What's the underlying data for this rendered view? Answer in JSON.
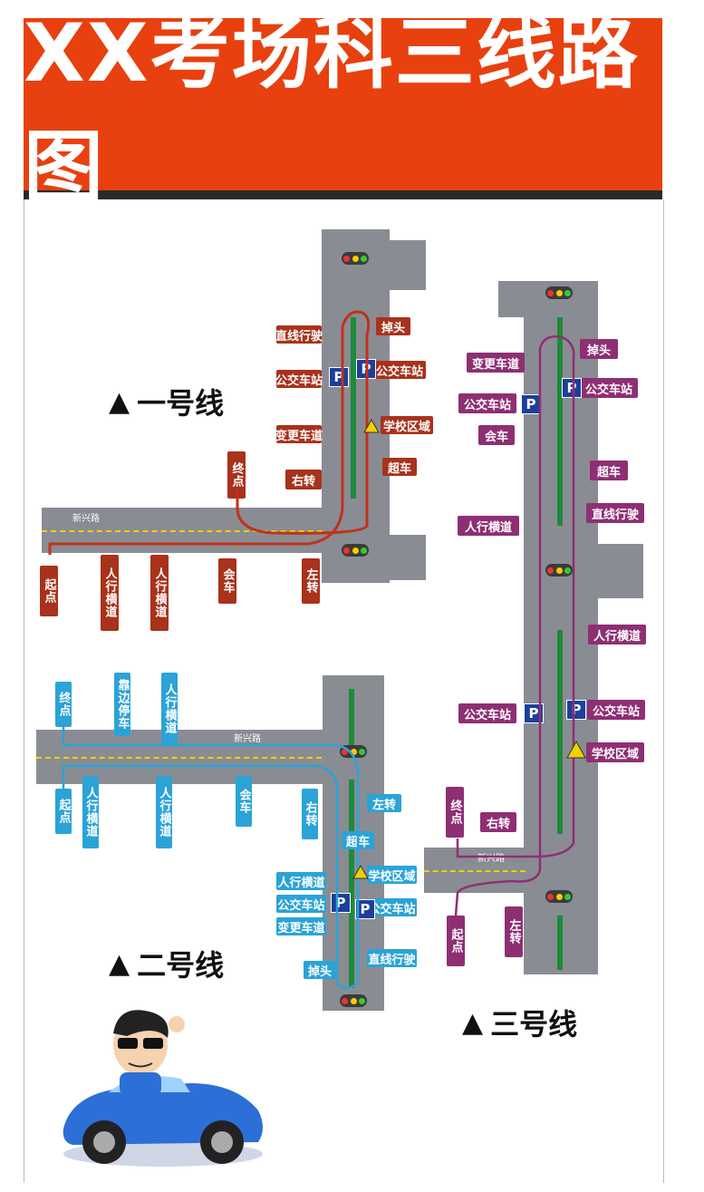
{
  "header": {
    "title": "XX考场科三线路图"
  },
  "route1": {
    "title": "一号线",
    "road_name_h": "新兴路",
    "labels": [
      "直线行驶",
      "掉头",
      "公交车站",
      "公交车站",
      "变更车道",
      "学校区域",
      "超车",
      "右转",
      "终点",
      "起点",
      "人行横道",
      "人行横道",
      "会车",
      "左转"
    ]
  },
  "route2": {
    "title": "二号线",
    "road_name_h": "新兴路",
    "labels": [
      "终点",
      "靠边停车",
      "人行横道",
      "起点",
      "人行横道",
      "人行横道",
      "会车",
      "右转",
      "左转",
      "超车",
      "人行横道",
      "学校区域",
      "公交车站",
      "公交车站",
      "变更车道",
      "直线行驶",
      "掉头"
    ]
  },
  "route3": {
    "title": "三号线",
    "road_name_h": "新兴路",
    "labels": [
      "掉头",
      "变更车道",
      "公交车站",
      "公交车站",
      "会车",
      "超车",
      "直线行驶",
      "人行横道",
      "人行横道",
      "公交车站",
      "公交车站",
      "学校区域",
      "终点",
      "右转",
      "起点",
      "左转"
    ]
  },
  "colors": {
    "banner": "#e8400f",
    "route1": "#a8321c",
    "route2": "#2ba3d6",
    "route3": "#8e2f73",
    "road": "#8a8c93",
    "median": "#1e8a3a"
  }
}
